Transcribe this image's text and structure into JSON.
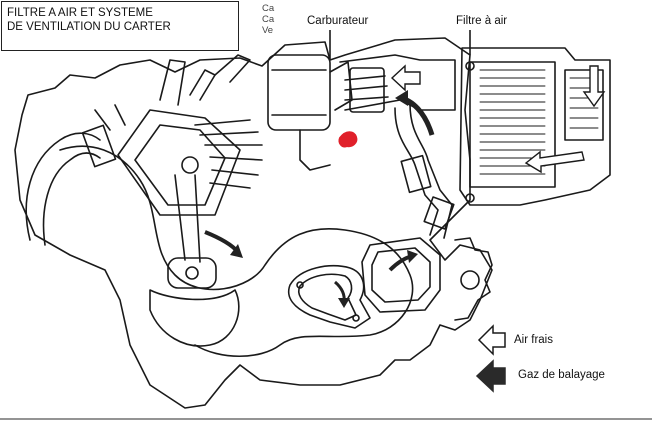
{
  "title": {
    "line1": "FILTRE A AIR ET SYSTEME",
    "line2": "DE VENTILATION DU CARTER"
  },
  "cut_text": [
    "Ca",
    "Ca",
    "Ve"
  ],
  "labels": {
    "carburetor": "Carburateur",
    "air_filter": "Filtre à air"
  },
  "legend": {
    "fresh_air": "Air frais",
    "blowby_gas": "Gaz de balayage"
  },
  "colors": {
    "line": "#1a1a1a",
    "background": "#ffffff",
    "marker": "#e0202a",
    "legend_filled_arrow": "#2a2a2a"
  }
}
